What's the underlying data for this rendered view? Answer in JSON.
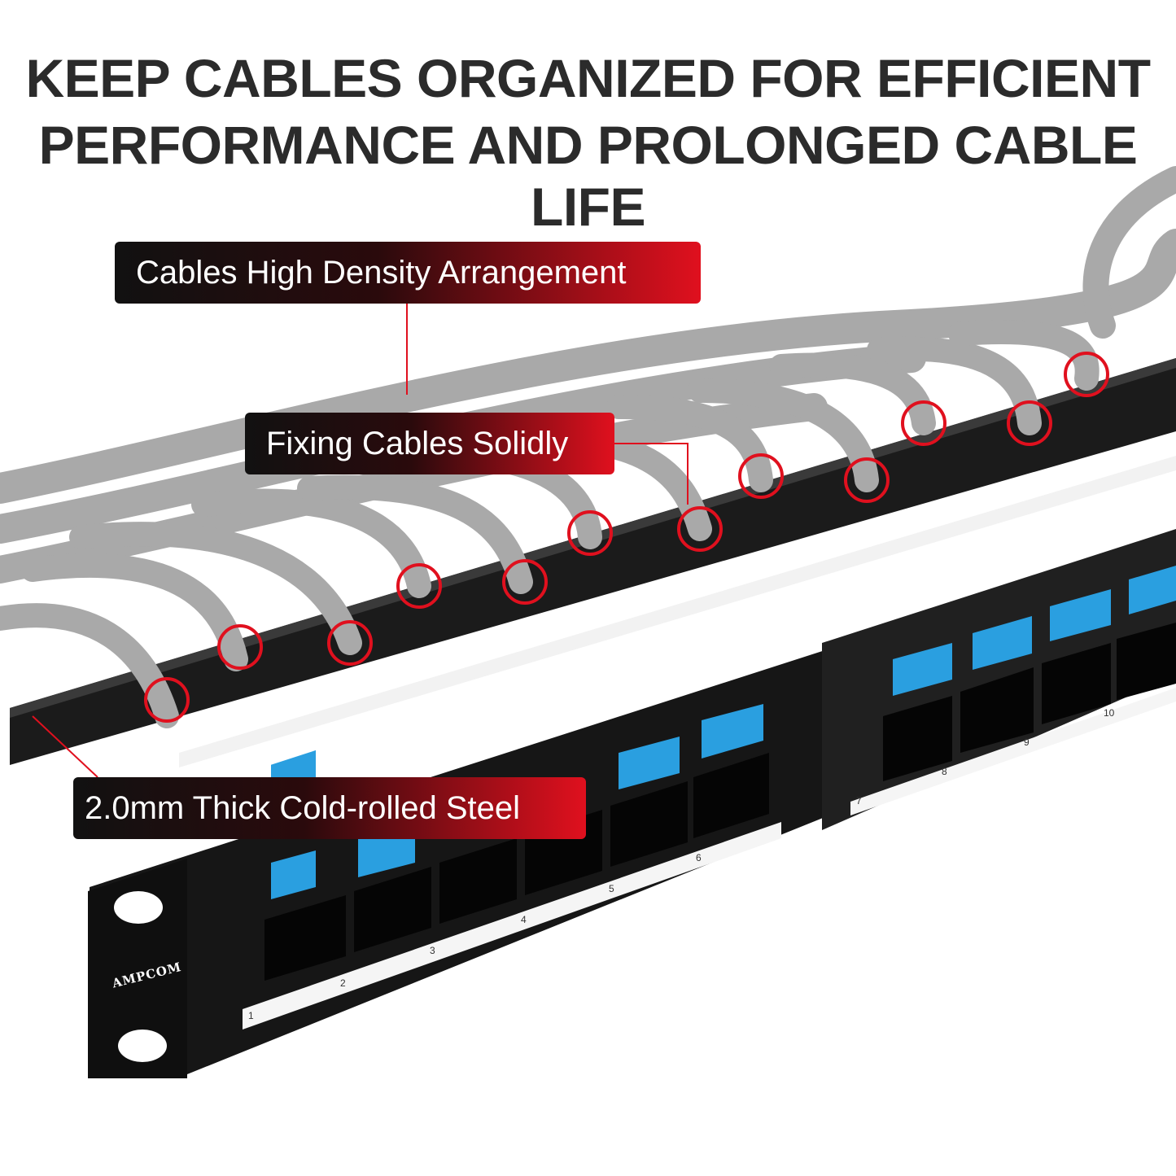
{
  "headline": {
    "line1": "KEEP CABLES ORGANIZED FOR EFFICIENT",
    "line2": "PERFORMANCE AND PROLONGED CABLE LIFE"
  },
  "callouts": {
    "density": "Cables High Density Arrangement",
    "fixing": "Fixing Cables Solidly",
    "steel": "2.0mm Thick Cold-rolled Steel"
  },
  "brand": "AMPCOM",
  "port_labels": [
    "1",
    "2",
    "3",
    "4",
    "5",
    "6",
    "7",
    "8",
    "9",
    "10"
  ],
  "colors": {
    "callout_red": "#e0101e",
    "callout_black": "#111111",
    "panel_black": "#1a1a1a",
    "port_blue": "#2a9fe0",
    "cable_gray": "#a9a9a9"
  }
}
